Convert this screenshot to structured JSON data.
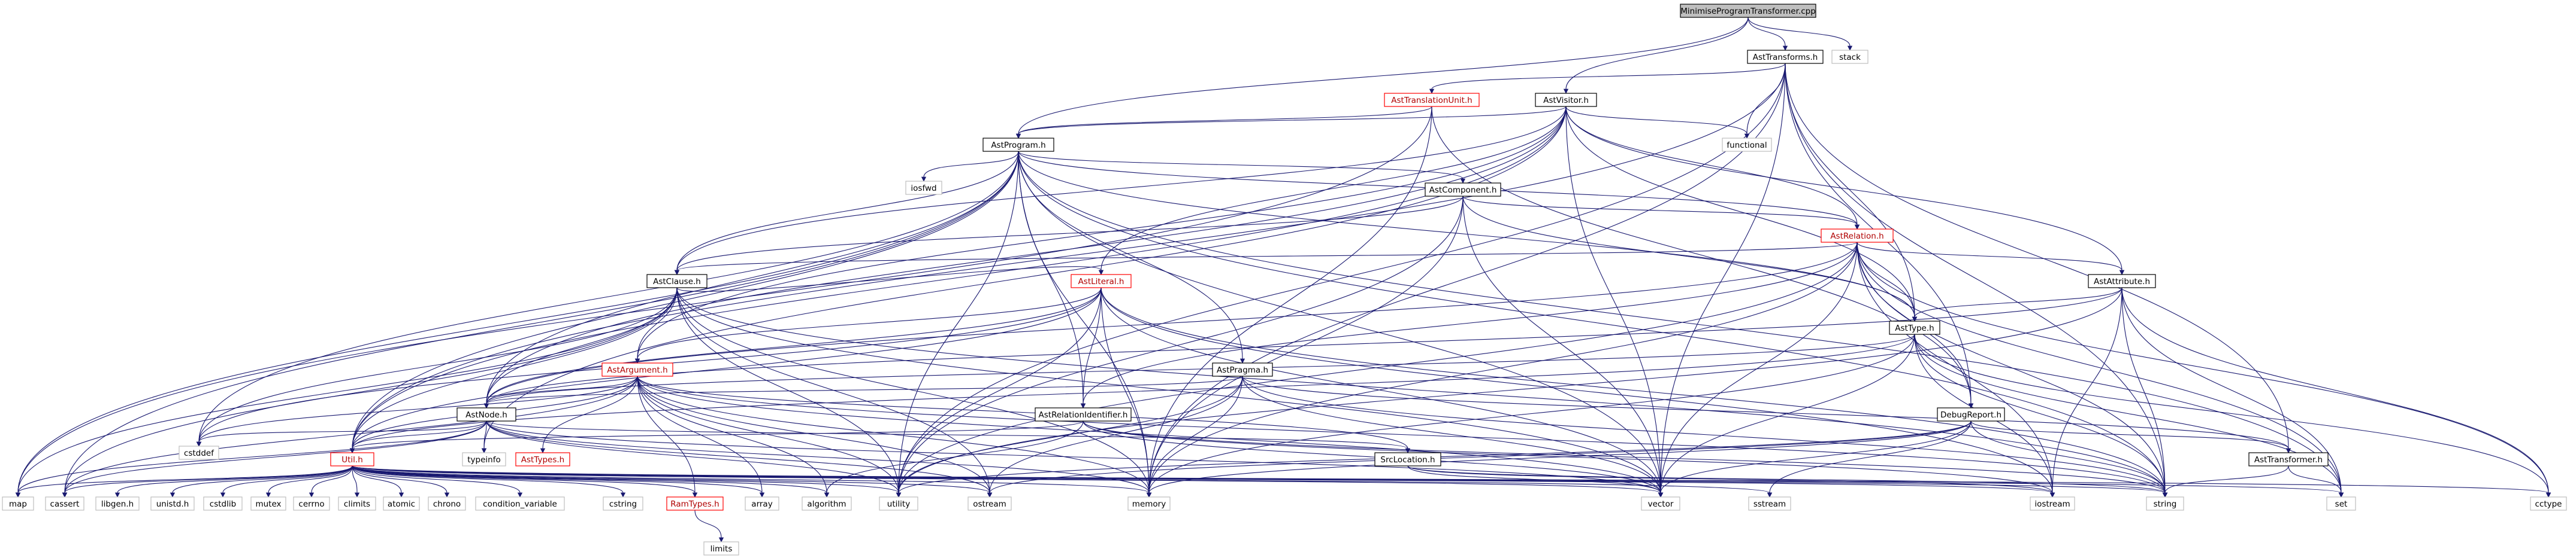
{
  "diagram": {
    "type": "include-dependency-graph",
    "colors": {
      "edge": "#191970",
      "documented_border": "#000000",
      "truncated_border": "#ff0000",
      "external_border": "#bfbfbf",
      "root_fill": "#bfbfbf"
    },
    "nodes": [
      {
        "id": "MinimiseProgramTransformer.cpp",
        "label": "MinimiseProgramTransformer.cpp",
        "kind": "root"
      },
      {
        "id": "AstTransforms.h",
        "label": "AstTransforms.h",
        "kind": "documented"
      },
      {
        "id": "stack",
        "label": "stack",
        "kind": "external"
      },
      {
        "id": "AstTranslationUnit.h",
        "label": "AstTranslationUnit.h",
        "kind": "truncated"
      },
      {
        "id": "AstVisitor.h",
        "label": "AstVisitor.h",
        "kind": "documented"
      },
      {
        "id": "functional",
        "label": "functional",
        "kind": "external"
      },
      {
        "id": "AstProgram.h",
        "label": "AstProgram.h",
        "kind": "documented"
      },
      {
        "id": "iosfwd",
        "label": "iosfwd",
        "kind": "external"
      },
      {
        "id": "AstComponent.h",
        "label": "AstComponent.h",
        "kind": "documented"
      },
      {
        "id": "AstRelation.h",
        "label": "AstRelation.h",
        "kind": "truncated"
      },
      {
        "id": "AstClause.h",
        "label": "AstClause.h",
        "kind": "documented"
      },
      {
        "id": "AstLiteral.h",
        "label": "AstLiteral.h",
        "kind": "truncated"
      },
      {
        "id": "AstAttribute.h",
        "label": "AstAttribute.h",
        "kind": "documented"
      },
      {
        "id": "AstType.h",
        "label": "AstType.h",
        "kind": "documented"
      },
      {
        "id": "AstArgument.h",
        "label": "AstArgument.h",
        "kind": "truncated"
      },
      {
        "id": "AstPragma.h",
        "label": "AstPragma.h",
        "kind": "documented"
      },
      {
        "id": "AstRelationIdentifier.h",
        "label": "AstRelationIdentifier.h",
        "kind": "documented"
      },
      {
        "id": "DebugReport.h",
        "label": "DebugReport.h",
        "kind": "documented"
      },
      {
        "id": "AstNode.h",
        "label": "AstNode.h",
        "kind": "documented"
      },
      {
        "id": "typeinfo",
        "label": "typeinfo",
        "kind": "external"
      },
      {
        "id": "AstTypes.h",
        "label": "AstTypes.h",
        "kind": "truncated"
      },
      {
        "id": "SrcLocation.h",
        "label": "SrcLocation.h",
        "kind": "documented"
      },
      {
        "id": "AstTransformer.h",
        "label": "AstTransformer.h",
        "kind": "documented"
      },
      {
        "id": "Util.h",
        "label": "Util.h",
        "kind": "truncated"
      },
      {
        "id": "RamTypes.h",
        "label": "RamTypes.h",
        "kind": "truncated"
      },
      {
        "id": "limits",
        "label": "limits",
        "kind": "external"
      },
      {
        "id": "map",
        "label": "map",
        "kind": "external"
      },
      {
        "id": "cassert",
        "label": "cassert",
        "kind": "external"
      },
      {
        "id": "cstddef",
        "label": "cstddef",
        "kind": "external"
      },
      {
        "id": "libgen.h",
        "label": "libgen.h",
        "kind": "external"
      },
      {
        "id": "unistd.h",
        "label": "unistd.h",
        "kind": "external"
      },
      {
        "id": "cstdlib",
        "label": "cstdlib",
        "kind": "external"
      },
      {
        "id": "mutex",
        "label": "mutex",
        "kind": "external"
      },
      {
        "id": "cerrno",
        "label": "cerrno",
        "kind": "external"
      },
      {
        "id": "climits",
        "label": "climits",
        "kind": "external"
      },
      {
        "id": "atomic",
        "label": "atomic",
        "kind": "external"
      },
      {
        "id": "chrono",
        "label": "chrono",
        "kind": "external"
      },
      {
        "id": "condition_variable",
        "label": "condition_variable",
        "kind": "external"
      },
      {
        "id": "cstring",
        "label": "cstring",
        "kind": "external"
      },
      {
        "id": "array",
        "label": "array",
        "kind": "external"
      },
      {
        "id": "algorithm",
        "label": "algorithm",
        "kind": "external"
      },
      {
        "id": "utility",
        "label": "utility",
        "kind": "external"
      },
      {
        "id": "ostream",
        "label": "ostream",
        "kind": "external"
      },
      {
        "id": "memory",
        "label": "memory",
        "kind": "external"
      },
      {
        "id": "vector",
        "label": "vector",
        "kind": "external"
      },
      {
        "id": "sstream",
        "label": "sstream",
        "kind": "external"
      },
      {
        "id": "iostream",
        "label": "iostream",
        "kind": "external"
      },
      {
        "id": "string",
        "label": "string",
        "kind": "external"
      },
      {
        "id": "set",
        "label": "set",
        "kind": "external"
      },
      {
        "id": "cctype",
        "label": "cctype",
        "kind": "external"
      }
    ],
    "edges": [
      [
        "MinimiseProgramTransformer.cpp",
        "AstTransforms.h"
      ],
      [
        "MinimiseProgramTransformer.cpp",
        "stack"
      ],
      [
        "MinimiseProgramTransformer.cpp",
        "AstVisitor.h"
      ],
      [
        "MinimiseProgramTransformer.cpp",
        "AstProgram.h"
      ],
      [
        "AstTransforms.h",
        "AstTranslationUnit.h"
      ],
      [
        "AstTransforms.h",
        "AstTransformer.h"
      ],
      [
        "AstTransforms.h",
        "functional"
      ],
      [
        "AstTransforms.h",
        "vector"
      ],
      [
        "AstTransforms.h",
        "string"
      ],
      [
        "AstTransforms.h",
        "memory"
      ],
      [
        "AstTransforms.h",
        "utility"
      ],
      [
        "AstTransforms.h",
        "AstType.h"
      ],
      [
        "AstTransforms.h",
        "Util.h"
      ],
      [
        "AstTransforms.h",
        "DebugReport.h"
      ],
      [
        "AstTranslationUnit.h",
        "AstProgram.h"
      ],
      [
        "AstTranslationUnit.h",
        "DebugReport.h"
      ],
      [
        "AstTranslationUnit.h",
        "memory"
      ],
      [
        "AstTranslationUnit.h",
        "map"
      ],
      [
        "AstVisitor.h",
        "AstProgram.h"
      ],
      [
        "AstVisitor.h",
        "AstRelation.h"
      ],
      [
        "AstVisitor.h",
        "AstAttribute.h"
      ],
      [
        "AstVisitor.h",
        "AstLiteral.h"
      ],
      [
        "AstVisitor.h",
        "AstArgument.h"
      ],
      [
        "AstVisitor.h",
        "AstNode.h"
      ],
      [
        "AstVisitor.h",
        "AstClause.h"
      ],
      [
        "AstVisitor.h",
        "AstType.h"
      ],
      [
        "AstVisitor.h",
        "functional"
      ],
      [
        "AstVisitor.h",
        "vector"
      ],
      [
        "AstVisitor.h",
        "typeinfo"
      ],
      [
        "AstVisitor.h",
        "Util.h"
      ],
      [
        "AstProgram.h",
        "AstComponent.h"
      ],
      [
        "AstProgram.h",
        "AstRelation.h"
      ],
      [
        "AstProgram.h",
        "AstClause.h"
      ],
      [
        "AstProgram.h",
        "AstType.h"
      ],
      [
        "AstProgram.h",
        "AstPragma.h"
      ],
      [
        "AstProgram.h",
        "AstRelationIdentifier.h"
      ],
      [
        "AstProgram.h",
        "AstNode.h"
      ],
      [
        "AstProgram.h",
        "Util.h"
      ],
      [
        "AstProgram.h",
        "iosfwd"
      ],
      [
        "AstProgram.h",
        "map"
      ],
      [
        "AstProgram.h",
        "cassert"
      ],
      [
        "AstProgram.h",
        "cstddef"
      ],
      [
        "AstProgram.h",
        "memory"
      ],
      [
        "AstProgram.h",
        "vector"
      ],
      [
        "AstProgram.h",
        "utility"
      ],
      [
        "AstProgram.h",
        "string"
      ],
      [
        "AstProgram.h",
        "set"
      ],
      [
        "AstComponent.h",
        "AstRelation.h"
      ],
      [
        "AstComponent.h",
        "AstClause.h"
      ],
      [
        "AstComponent.h",
        "AstType.h"
      ],
      [
        "AstComponent.h",
        "memory"
      ],
      [
        "AstComponent.h",
        "vector"
      ],
      [
        "AstComponent.h",
        "utility"
      ],
      [
        "AstRelation.h",
        "AstClause.h"
      ],
      [
        "AstRelation.h",
        "AstAttribute.h"
      ],
      [
        "AstRelation.h",
        "AstType.h"
      ],
      [
        "AstRelation.h",
        "AstRelationIdentifier.h"
      ],
      [
        "AstRelation.h",
        "AstNode.h"
      ],
      [
        "AstRelation.h",
        "DebugReport.h"
      ],
      [
        "AstRelation.h",
        "vector"
      ],
      [
        "AstRelation.h",
        "string"
      ],
      [
        "AstRelation.h",
        "memory"
      ],
      [
        "AstRelation.h",
        "set"
      ],
      [
        "AstRelation.h",
        "cctype"
      ],
      [
        "AstRelation.h",
        "iostream"
      ],
      [
        "AstRelation.h",
        "utility"
      ],
      [
        "AstClause.h",
        "AstLiteral.h"
      ],
      [
        "AstClause.h",
        "AstArgument.h"
      ],
      [
        "AstClause.h",
        "AstNode.h"
      ],
      [
        "AstClause.h",
        "Util.h"
      ],
      [
        "AstClause.h",
        "map"
      ],
      [
        "AstClause.h",
        "cassert"
      ],
      [
        "AstClause.h",
        "cstddef"
      ],
      [
        "AstClause.h",
        "vector"
      ],
      [
        "AstClause.h",
        "utility"
      ],
      [
        "AstClause.h",
        "ostream"
      ],
      [
        "AstClause.h",
        "memory"
      ],
      [
        "AstClause.h",
        "string"
      ],
      [
        "AstLiteral.h",
        "AstArgument.h"
      ],
      [
        "AstLiteral.h",
        "AstNode.h"
      ],
      [
        "AstLiteral.h",
        "AstRelationIdentifier.h"
      ],
      [
        "AstLiteral.h",
        "Util.h"
      ],
      [
        "AstLiteral.h",
        "vector"
      ],
      [
        "AstLiteral.h",
        "memory"
      ],
      [
        "AstLiteral.h",
        "string"
      ],
      [
        "AstLiteral.h",
        "iostream"
      ],
      [
        "AstLiteral.h",
        "cstddef"
      ],
      [
        "AstLiteral.h",
        "utility"
      ],
      [
        "AstAttribute.h",
        "AstType.h"
      ],
      [
        "AstAttribute.h",
        "AstNode.h"
      ],
      [
        "AstAttribute.h",
        "iostream"
      ],
      [
        "AstAttribute.h",
        "string"
      ],
      [
        "AstAttribute.h",
        "set"
      ],
      [
        "AstAttribute.h",
        "cctype"
      ],
      [
        "AstAttribute.h",
        "utility"
      ],
      [
        "AstType.h",
        "AstNode.h"
      ],
      [
        "AstType.h",
        "Util.h"
      ],
      [
        "AstType.h",
        "iostream"
      ],
      [
        "AstType.h",
        "string"
      ],
      [
        "AstType.h",
        "set"
      ],
      [
        "AstType.h",
        "vector"
      ],
      [
        "AstType.h",
        "memory"
      ],
      [
        "AstType.h",
        "cctype"
      ],
      [
        "AstArgument.h",
        "AstNode.h"
      ],
      [
        "AstArgument.h",
        "AstTypes.h"
      ],
      [
        "AstArgument.h",
        "RamTypes.h"
      ],
      [
        "AstArgument.h",
        "Util.h"
      ],
      [
        "AstArgument.h",
        "SrcLocation.h"
      ],
      [
        "AstArgument.h",
        "algorithm"
      ],
      [
        "AstArgument.h",
        "array"
      ],
      [
        "AstArgument.h",
        "cassert"
      ],
      [
        "AstArgument.h",
        "cstddef"
      ],
      [
        "AstArgument.h",
        "memory"
      ],
      [
        "AstArgument.h",
        "vector"
      ],
      [
        "AstArgument.h",
        "string"
      ],
      [
        "AstArgument.h",
        "utility"
      ],
      [
        "AstArgument.h",
        "ostream"
      ],
      [
        "AstPragma.h",
        "AstNode.h"
      ],
      [
        "AstPragma.h",
        "AstTransformer.h"
      ],
      [
        "AstPragma.h",
        "vector"
      ],
      [
        "AstPragma.h",
        "string"
      ],
      [
        "AstPragma.h",
        "ostream"
      ],
      [
        "AstPragma.h",
        "memory"
      ],
      [
        "AstPragma.h",
        "utility"
      ],
      [
        "AstRelationIdentifier.h",
        "Util.h"
      ],
      [
        "AstRelationIdentifier.h",
        "vector"
      ],
      [
        "AstRelationIdentifier.h",
        "string"
      ],
      [
        "AstRelationIdentifier.h",
        "iostream"
      ],
      [
        "AstRelationIdentifier.h",
        "algorithm"
      ],
      [
        "DebugReport.h",
        "AstTransformer.h"
      ],
      [
        "DebugReport.h",
        "vector"
      ],
      [
        "DebugReport.h",
        "string"
      ],
      [
        "DebugReport.h",
        "sstream"
      ],
      [
        "DebugReport.h",
        "ostream"
      ],
      [
        "DebugReport.h",
        "memory"
      ],
      [
        "DebugReport.h",
        "utility"
      ],
      [
        "AstNode.h",
        "SrcLocation.h"
      ],
      [
        "AstNode.h",
        "Util.h"
      ],
      [
        "AstNode.h",
        "typeinfo"
      ],
      [
        "AstNode.h",
        "cassert"
      ],
      [
        "AstNode.h",
        "cstddef"
      ],
      [
        "AstNode.h",
        "memory"
      ],
      [
        "AstNode.h",
        "vector"
      ],
      [
        "AstNode.h",
        "utility"
      ],
      [
        "AstNode.h",
        "ostream"
      ],
      [
        "AstNode.h",
        "map"
      ],
      [
        "SrcLocation.h",
        "string"
      ],
      [
        "SrcLocation.h",
        "vector"
      ],
      [
        "SrcLocation.h",
        "iostream"
      ],
      [
        "AstTransformer.h",
        "string"
      ],
      [
        "AstTransformer.h",
        "set"
      ],
      [
        "Util.h",
        "map"
      ],
      [
        "Util.h",
        "cassert"
      ],
      [
        "Util.h",
        "libgen.h"
      ],
      [
        "Util.h",
        "unistd.h"
      ],
      [
        "Util.h",
        "cstdlib"
      ],
      [
        "Util.h",
        "mutex"
      ],
      [
        "Util.h",
        "cerrno"
      ],
      [
        "Util.h",
        "climits"
      ],
      [
        "Util.h",
        "atomic"
      ],
      [
        "Util.h",
        "chrono"
      ],
      [
        "Util.h",
        "condition_variable"
      ],
      [
        "Util.h",
        "cstring"
      ],
      [
        "Util.h",
        "RamTypes.h"
      ],
      [
        "Util.h",
        "array"
      ],
      [
        "Util.h",
        "algorithm"
      ],
      [
        "Util.h",
        "utility"
      ],
      [
        "Util.h",
        "ostream"
      ],
      [
        "Util.h",
        "memory"
      ],
      [
        "Util.h",
        "vector"
      ],
      [
        "Util.h",
        "sstream"
      ],
      [
        "Util.h",
        "iostream"
      ],
      [
        "Util.h",
        "string"
      ],
      [
        "Util.h",
        "set"
      ],
      [
        "Util.h",
        "cctype"
      ],
      [
        "RamTypes.h",
        "limits"
      ]
    ]
  }
}
